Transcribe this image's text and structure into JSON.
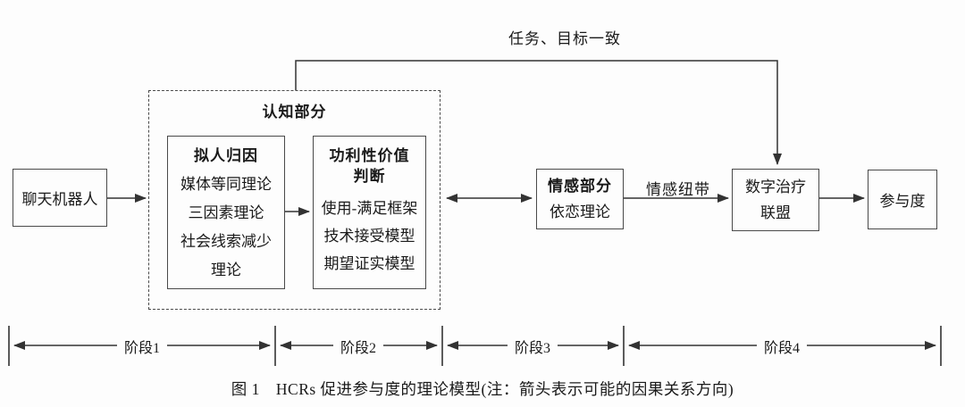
{
  "figure": {
    "top_edge_label": "任务、目标一致",
    "caption": "图 1　HCRs 促进参与度的理论模型(注：箭头表示可能的因果关系方向)"
  },
  "nodes": {
    "chatbot": {
      "label": "聊天机器人"
    },
    "cognitive": {
      "title": "认知部分",
      "anthropomorphism_box": {
        "title": "拟人归因",
        "lines": [
          "媒体等同理论",
          "三因素理论",
          "社会线索减少",
          "理论"
        ]
      },
      "utilitarian_box": {
        "title_line1": "功利性价值",
        "title_line2": "判断",
        "lines": [
          "使用-满足框架",
          "技术接受模型",
          "期望证实模型"
        ]
      }
    },
    "emotion": {
      "title": "情感部分",
      "line": "依恋理论"
    },
    "alliance": {
      "line1": "数字治疗",
      "line2": "联盟"
    },
    "engagement": {
      "label": "参与度"
    }
  },
  "edge_labels": {
    "emotional_bond": "情感纽带"
  },
  "stages": [
    {
      "label": "阶段1"
    },
    {
      "label": "阶段2"
    },
    {
      "label": "阶段3"
    },
    {
      "label": "阶段4"
    }
  ],
  "colors": {
    "background": "#fdfdfd",
    "line": "#333333",
    "text": "#1a1a1a"
  }
}
